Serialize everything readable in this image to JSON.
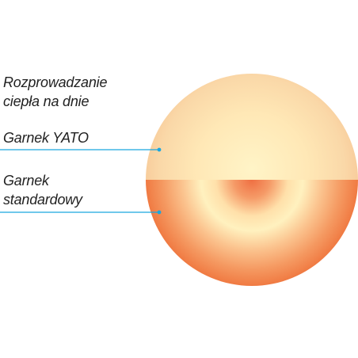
{
  "labels": {
    "heat_distribution_line_1": "Rozprowadzanie",
    "heat_distribution_line_2": "ciepła na dnie",
    "yato_pot": "Garnek YATO",
    "standard_pot_line_1": "Garnek",
    "standard_pot_line_2": "standardowy"
  },
  "colors": {
    "leader_line": "#1aa7df",
    "yato_center": "#fff4c7",
    "yato_edge": "#f6c08e",
    "standard_center": "#ef6f42",
    "standard_ring": "#fff1bf",
    "standard_edge": "#f07a42"
  }
}
